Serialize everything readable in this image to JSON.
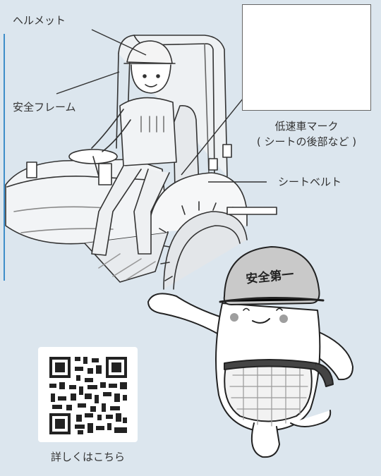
{
  "labels": {
    "helmet": "ヘルメット",
    "safety_frame": "安全フレーム",
    "sign_caption_line1": "低速車マーク",
    "sign_caption_line2": "( シートの後部など )",
    "seatbelt": "シートベルト"
  },
  "mascot": {
    "helmet_text": "安全第一"
  },
  "qr": {
    "caption": "詳しくはこちら"
  },
  "colors": {
    "background": "#dce6ee",
    "accent_blue": "#3f8ec9",
    "mascot_helmet": "#c9c9c9"
  }
}
